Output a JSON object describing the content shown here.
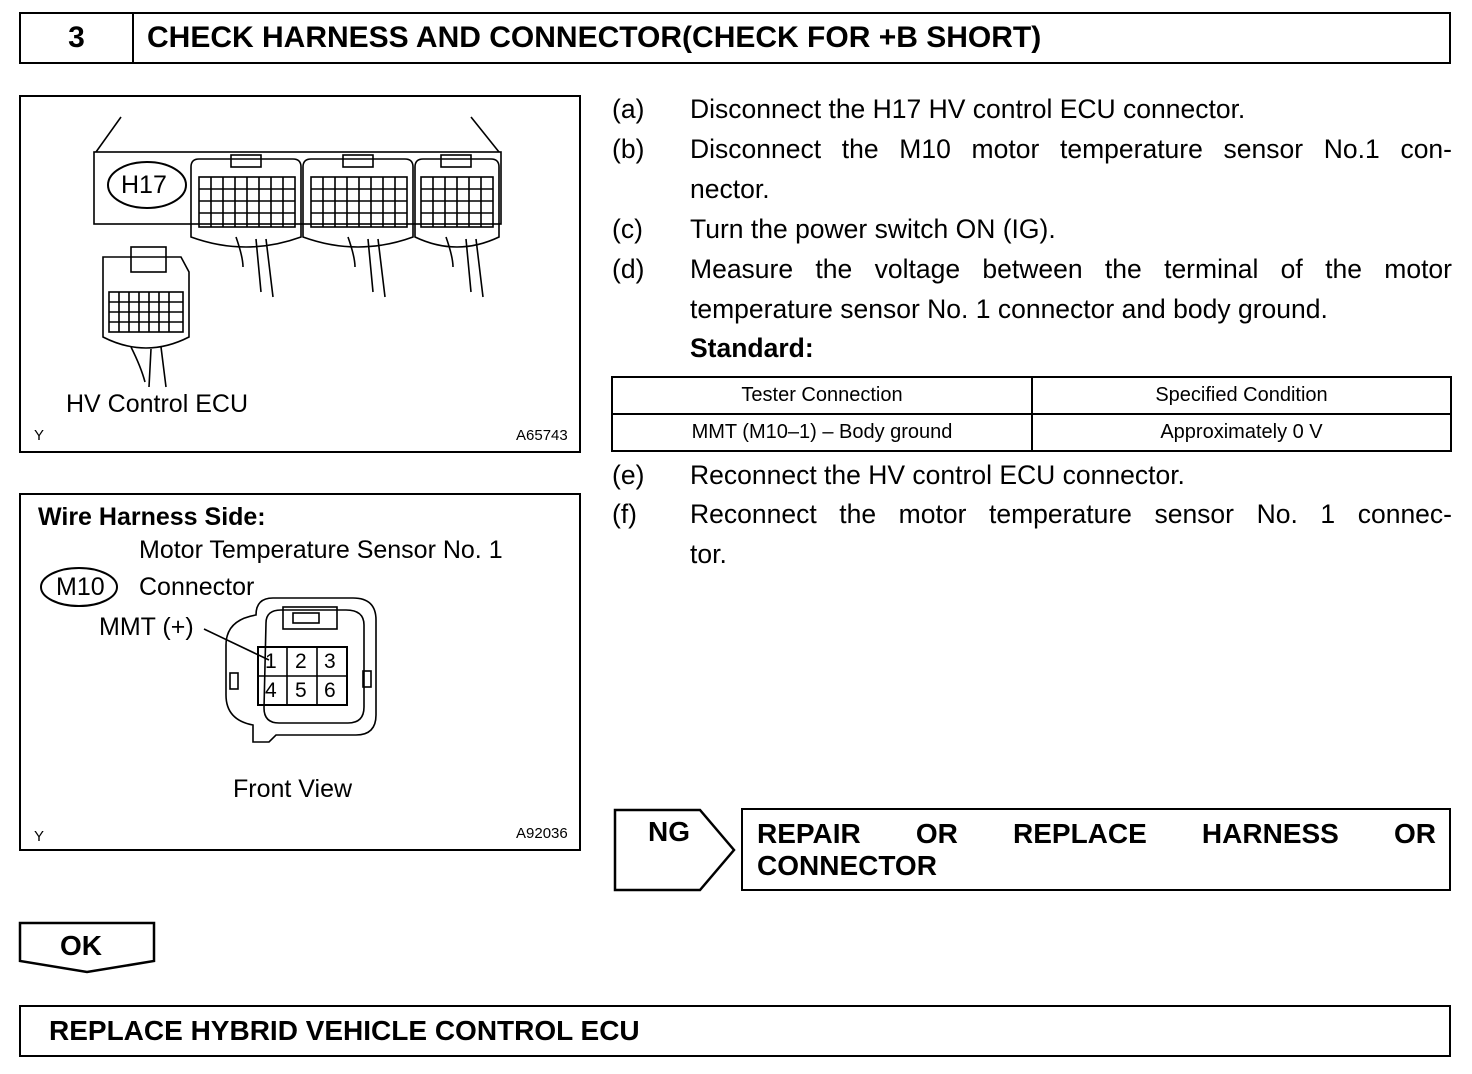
{
  "step_header": {
    "number": "3",
    "title": "CHECK HARNESS AND CONNECTOR(CHECK FOR +B SHORT)"
  },
  "figure1": {
    "connector_id": "H17",
    "caption": "HV Control ECU",
    "corner_mark": "Y",
    "figure_code": "A65743"
  },
  "figure2": {
    "heading": "Wire Harness Side:",
    "sensor_line1": "Motor Temperature Sensor No. 1",
    "sensor_line2": "Connector",
    "connector_id": "M10",
    "terminal_label": "MMT (+)",
    "pins": [
      "1",
      "2",
      "3",
      "4",
      "5",
      "6"
    ],
    "view_caption": "Front View",
    "corner_mark": "Y",
    "figure_code": "A92036"
  },
  "steps": [
    {
      "label": "(a)",
      "line1": "Disconnect the H17 HV control ECU connector.",
      "line2": ""
    },
    {
      "label": "(b)",
      "line1": "Disconnect the M10 motor temperature sensor No.1 con-",
      "line2": "nector."
    },
    {
      "label": "(c)",
      "line1": "Turn the power switch ON (IG).",
      "line2": ""
    },
    {
      "label": "(d)",
      "line1": "Measure the voltage between the terminal of the motor",
      "line2": "temperature sensor No. 1 connector and body ground."
    },
    {
      "label": "(e)",
      "line1": "Reconnect the HV control ECU connector.",
      "line2": ""
    },
    {
      "label": "(f)",
      "line1": "Reconnect the motor temperature sensor No. 1 connec-",
      "line2": "tor."
    }
  ],
  "standard_label": "Standard:",
  "spec_table": {
    "headers": [
      "Tester Connection",
      "Specified Condition"
    ],
    "rows": [
      [
        "MMT (M10–1) – Body ground",
        "Approximately 0 V"
      ]
    ]
  },
  "ng": {
    "label": "NG",
    "result_line1": "REPAIR OR REPLACE HARNESS OR",
    "result_line2": "CONNECTOR"
  },
  "ok": {
    "label": "OK"
  },
  "final_action": "REPLACE HYBRID VEHICLE CONTROL ECU"
}
